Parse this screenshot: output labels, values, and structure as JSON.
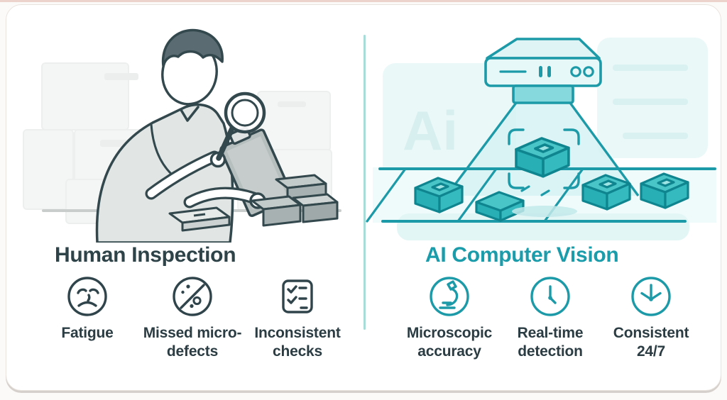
{
  "card": {
    "left": {
      "title": "Human Inspection",
      "features": [
        {
          "icon": "sad-face-icon",
          "label": "Fatigue"
        },
        {
          "icon": "missed-defects-icon",
          "label": "Missed micro-defects"
        },
        {
          "icon": "checklist-icon",
          "label": "Inconsistent checks"
        }
      ]
    },
    "right": {
      "title": "AI Computer Vision",
      "watermark": "Ai",
      "features": [
        {
          "icon": "microscope-icon",
          "label": "Microscopic accuracy"
        },
        {
          "icon": "clock-icon",
          "label": "Real-time detection"
        },
        {
          "icon": "clock-24-7-icon",
          "label": "Consistent 24/7"
        }
      ]
    },
    "colors": {
      "accent_teal": "#1b9aa8",
      "teal_fill_light": "#def4f5",
      "teal_fill_mid": "#49c5c8",
      "dark_slate": "#2e4348",
      "label_text": "#2b3d43",
      "divider": "#a7dcd9",
      "top_edge": "#ecd3cb",
      "card_border": "#e9e3de",
      "gray_illustration": "#a7b1b1"
    }
  }
}
